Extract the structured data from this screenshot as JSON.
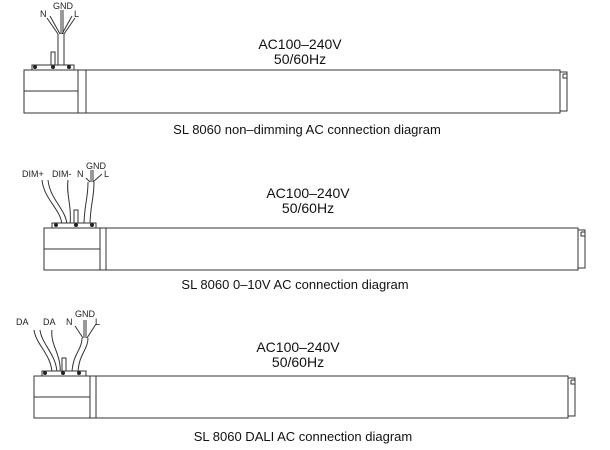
{
  "diagrams": [
    {
      "wires": [
        "N",
        "GND",
        "L"
      ],
      "voltage": "AC100–240V",
      "frequency": "50/60Hz",
      "caption": "SL 8060 non–dimming AC connection diagram"
    },
    {
      "wires": [
        "DIM+",
        "DIM-",
        "N",
        "GND",
        "L"
      ],
      "voltage": "AC100–240V",
      "frequency": "50/60Hz",
      "caption": "SL 8060 0–10V AC connection diagram"
    },
    {
      "wires": [
        "DA",
        "DA",
        "N",
        "GND",
        "L"
      ],
      "voltage": "AC100–240V",
      "frequency": "50/60Hz",
      "caption": "SL 8060 DALI AC connection diagram"
    }
  ]
}
